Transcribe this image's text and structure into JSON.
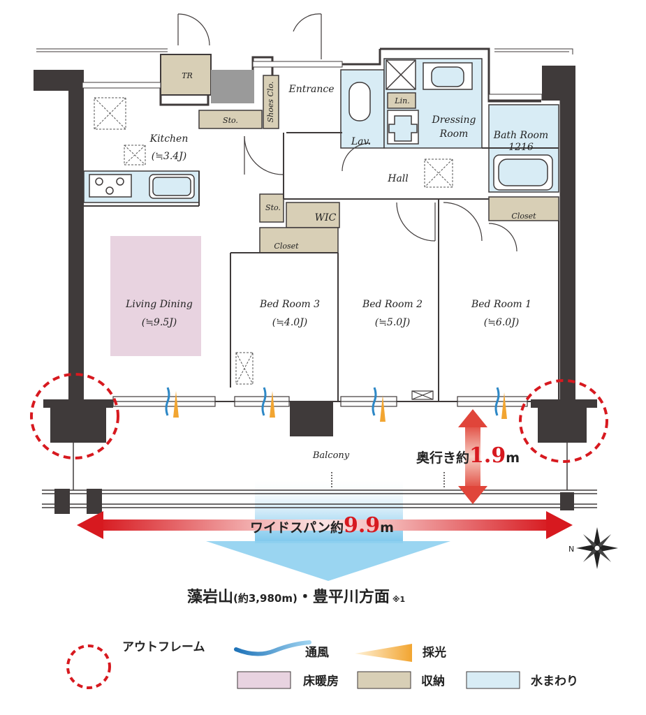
{
  "rooms": {
    "tr": "TR",
    "shoes_clo": "Shoes Clo.",
    "entrance": "Entrance",
    "sto_kitchen": "Sto.",
    "kitchen": "Kitchen",
    "kitchen_size": "(≒3.4J)",
    "lav": "Lav.",
    "lin": "Lin.",
    "dressing_1": "Dressing",
    "dressing_2": "Room",
    "bath_1": "Bath Room",
    "bath_2": "1216",
    "hall": "Hall",
    "sto_wic": "Sto.",
    "wic": "WIC",
    "closet_bed3": "Closet",
    "closet_bed1": "Closet",
    "living": "Living Dining",
    "living_size": "(≒9.5J)",
    "bed3": "Bed Room 3",
    "bed3_size": "(≒4.0J)",
    "bed2": "Bed Room 2",
    "bed2_size": "(≒5.0J)",
    "bed1": "Bed Room 1",
    "bed1_size": "(≒6.0J)",
    "balcony": "Balcony"
  },
  "annotations": {
    "depth_prefix": "奥行き約",
    "depth_value": "1.9",
    "depth_unit": "m",
    "span_prefix": "ワイドスパン約",
    "span_value": "9.9",
    "span_unit": "m",
    "direction_main": "藻岩山",
    "direction_paren": "(約3,980m)",
    "direction_rest": "・豊平川方面",
    "direction_note": "※1",
    "compass_letter": "N"
  },
  "legend": {
    "outframe": "アウトフレーム",
    "wind": "通風",
    "light": "採光",
    "floor_heating": "床暖房",
    "storage": "収納",
    "water": "水まわり"
  },
  "colors": {
    "wall": "#3f3a3a",
    "storage": "#d8cfb6",
    "water": "#d8ecf5",
    "floor_heating": "#e8d3e0",
    "accent_red": "#d7191f",
    "wind": "#2e88c6",
    "light": "#f2a531"
  }
}
